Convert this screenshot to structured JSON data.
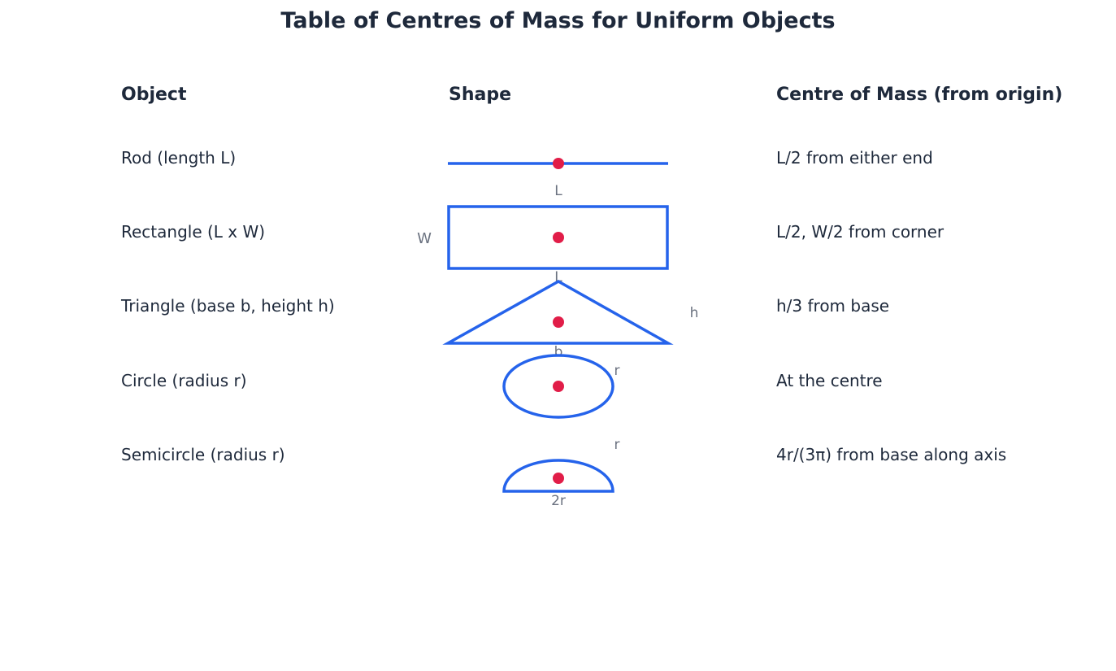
{
  "title": "Table of Centres of Mass for Uniform Objects",
  "headers": {
    "object": "Object",
    "shape": "Shape",
    "centre": "Centre of Mass (from origin)"
  },
  "colors": {
    "shape_stroke": "#2563eb",
    "centre_dot": "#e11d48",
    "dimension_label": "#6b7280",
    "text": "#1e293b"
  },
  "rows": [
    {
      "object": "Rod (length L)",
      "centre": "L/2 from either end",
      "labels": {
        "length": "L"
      }
    },
    {
      "object": "Rectangle (L x W)",
      "centre": "L/2, W/2 from corner",
      "labels": {
        "width": "W",
        "length": "L"
      }
    },
    {
      "object": "Triangle (base b, height h)",
      "centre": "h/3 from base",
      "labels": {
        "height": "h",
        "base": "b"
      }
    },
    {
      "object": "Circle (radius r)",
      "centre": "At the centre",
      "labels": {
        "radius": "r"
      }
    },
    {
      "object": "Semicircle (radius r)",
      "centre": "4r/(3π) from base along axis",
      "labels": {
        "radius": "r",
        "diameter": "2r"
      }
    }
  ]
}
